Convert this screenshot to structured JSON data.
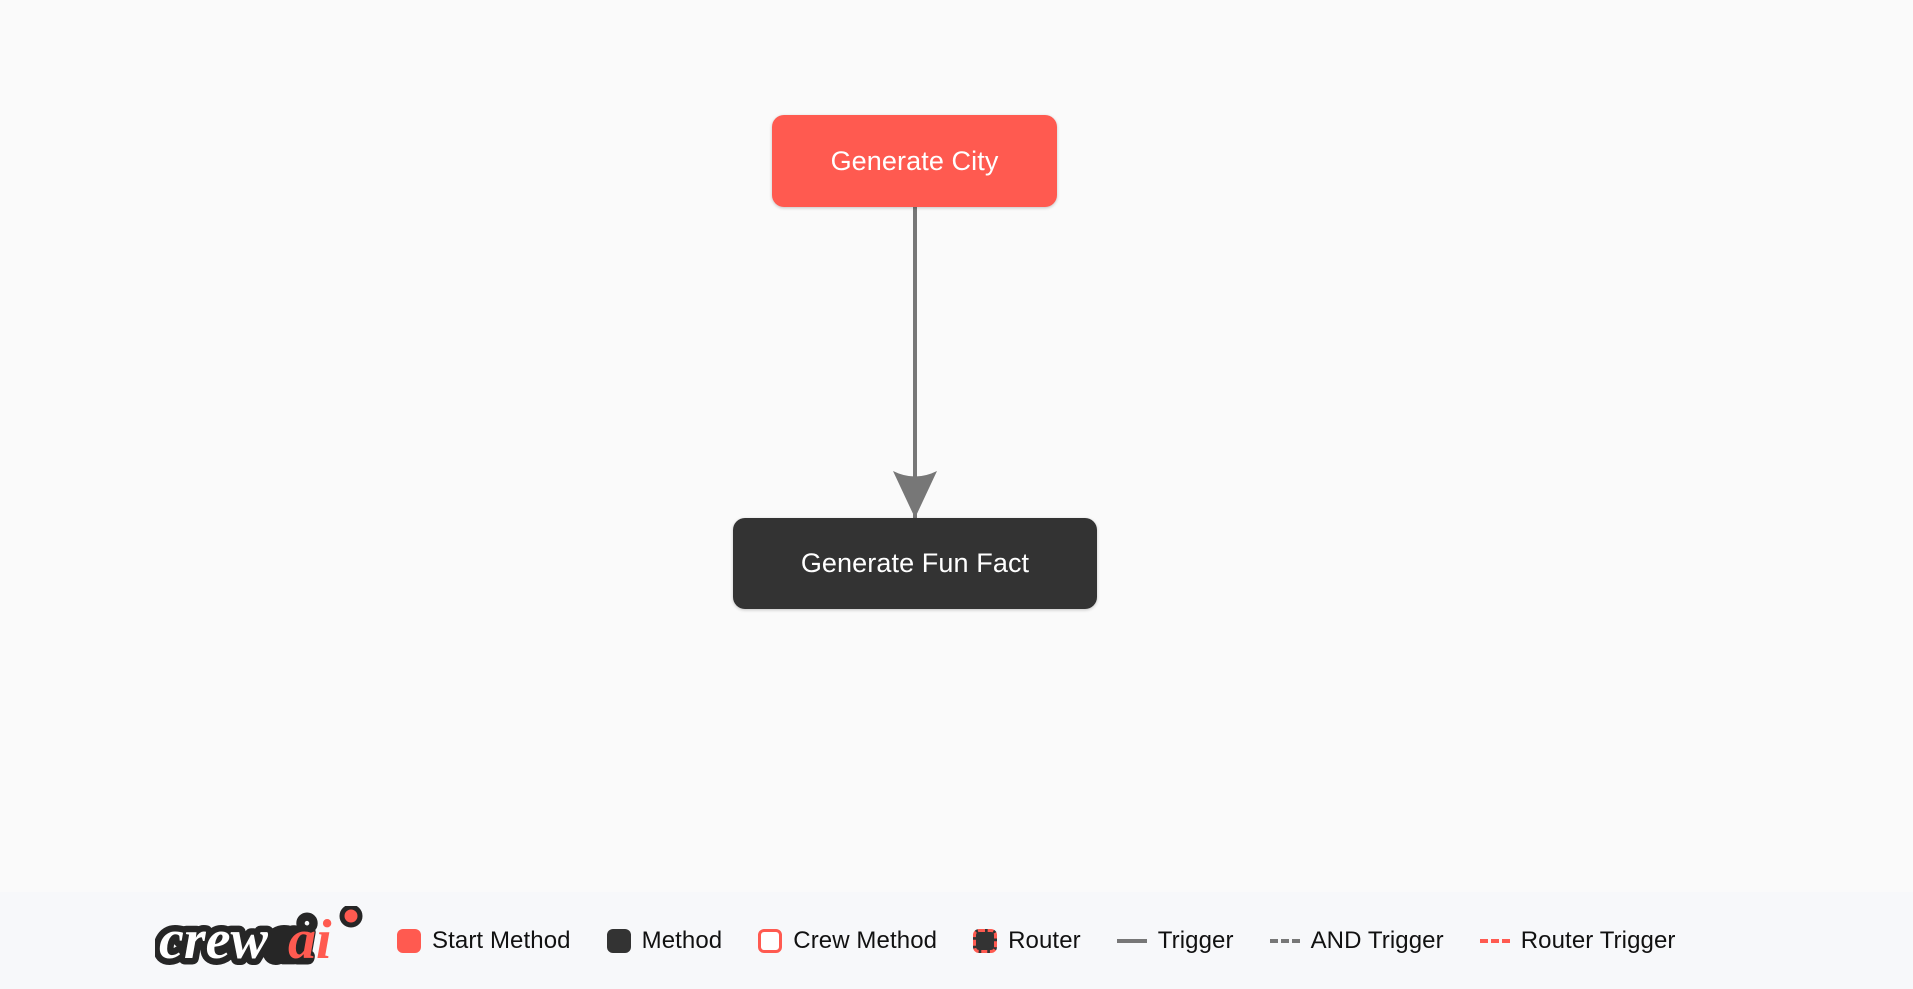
{
  "diagram": {
    "background_color": "#fafafa",
    "nodes": [
      {
        "id": "generate-city",
        "label": "Generate City",
        "kind": "start-method",
        "color": "#FF5A50",
        "text_color": "#ffffff"
      },
      {
        "id": "generate-fun-fact",
        "label": "Generate Fun Fact",
        "kind": "method",
        "color": "#333333",
        "text_color": "#ffffff"
      }
    ],
    "edges": [
      {
        "id": "edge-city-to-fun-fact",
        "from": "generate-city",
        "to": "generate-fun-fact",
        "kind": "trigger",
        "style": "solid",
        "color": "#777777",
        "arrowhead": "filled-concave-triangle"
      }
    ]
  },
  "legend": {
    "background_color": "#f7f8fa",
    "logo": {
      "name": "crewai-logo",
      "text_primary": "crew",
      "text_accent": "ai",
      "accent_color": "#FF5A50",
      "primary_color": "#ffffff",
      "outline_color": "#262626"
    },
    "items": [
      {
        "label": "Start Method",
        "swatch": "filled-red",
        "swatch_kind": "box"
      },
      {
        "label": "Method",
        "swatch": "filled-dark",
        "swatch_kind": "box"
      },
      {
        "label": "Crew Method",
        "swatch": "outline-red",
        "swatch_kind": "box"
      },
      {
        "label": "Router",
        "swatch": "dashed-red",
        "swatch_kind": "box"
      },
      {
        "label": "Trigger",
        "swatch": "solid-gray",
        "swatch_kind": "line"
      },
      {
        "label": "AND Trigger",
        "swatch": "dashed-gray",
        "swatch_kind": "line"
      },
      {
        "label": "Router Trigger",
        "swatch": "dashed-red",
        "swatch_kind": "line"
      }
    ]
  }
}
